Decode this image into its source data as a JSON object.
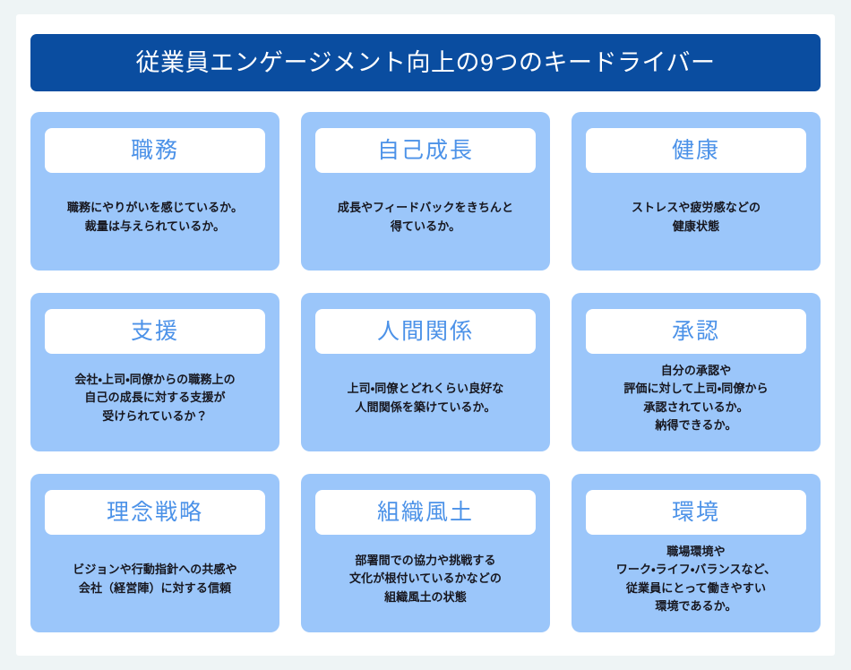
{
  "theme": {
    "page_background": "#eef4f5",
    "panel_background": "#ffffff",
    "header_background": "#0a4da0",
    "header_text_color": "#ffffff",
    "card_background": "#9bc6fa",
    "card_label_background": "#ffffff",
    "card_label_text_color": "#4c92e8",
    "card_description_text_color": "#17171f"
  },
  "header": {
    "title": "従業員エンゲージメント向上の9つのキードライバー"
  },
  "drivers": [
    {
      "label": "職務",
      "description": "職務にやりがいを感じているか。\n裁量は与えられているか。"
    },
    {
      "label": "自己成長",
      "description": "成長やフィードバックをきちんと\n得ているか。"
    },
    {
      "label": "健康",
      "description": "ストレスや疲労感などの\n健康状態"
    },
    {
      "label": "支援",
      "description": "会社・上司・同僚からの職務上の\n自己の成長に対する支援が\n受けられているか？"
    },
    {
      "label": "人間関係",
      "description": "上司・同僚とどれくらい良好な\n人間関係を築けているか。"
    },
    {
      "label": "承認",
      "description": "自分の承認や\n評価に対して上司・同僚から\n承認されているか。\n納得できるか。"
    },
    {
      "label": "理念戦略",
      "description": "ビジョンや行動指針への共感や\n会社（経営陣）に対する信頼"
    },
    {
      "label": "組織風土",
      "description": "部署間での協力や挑戦する\n文化が根付いているかなどの\n組織風土の状態"
    },
    {
      "label": "環境",
      "description": "職場環境や\nワーク・ライフ・バランスなど、\n従業員にとって働きやすい\n環境であるか。"
    }
  ]
}
